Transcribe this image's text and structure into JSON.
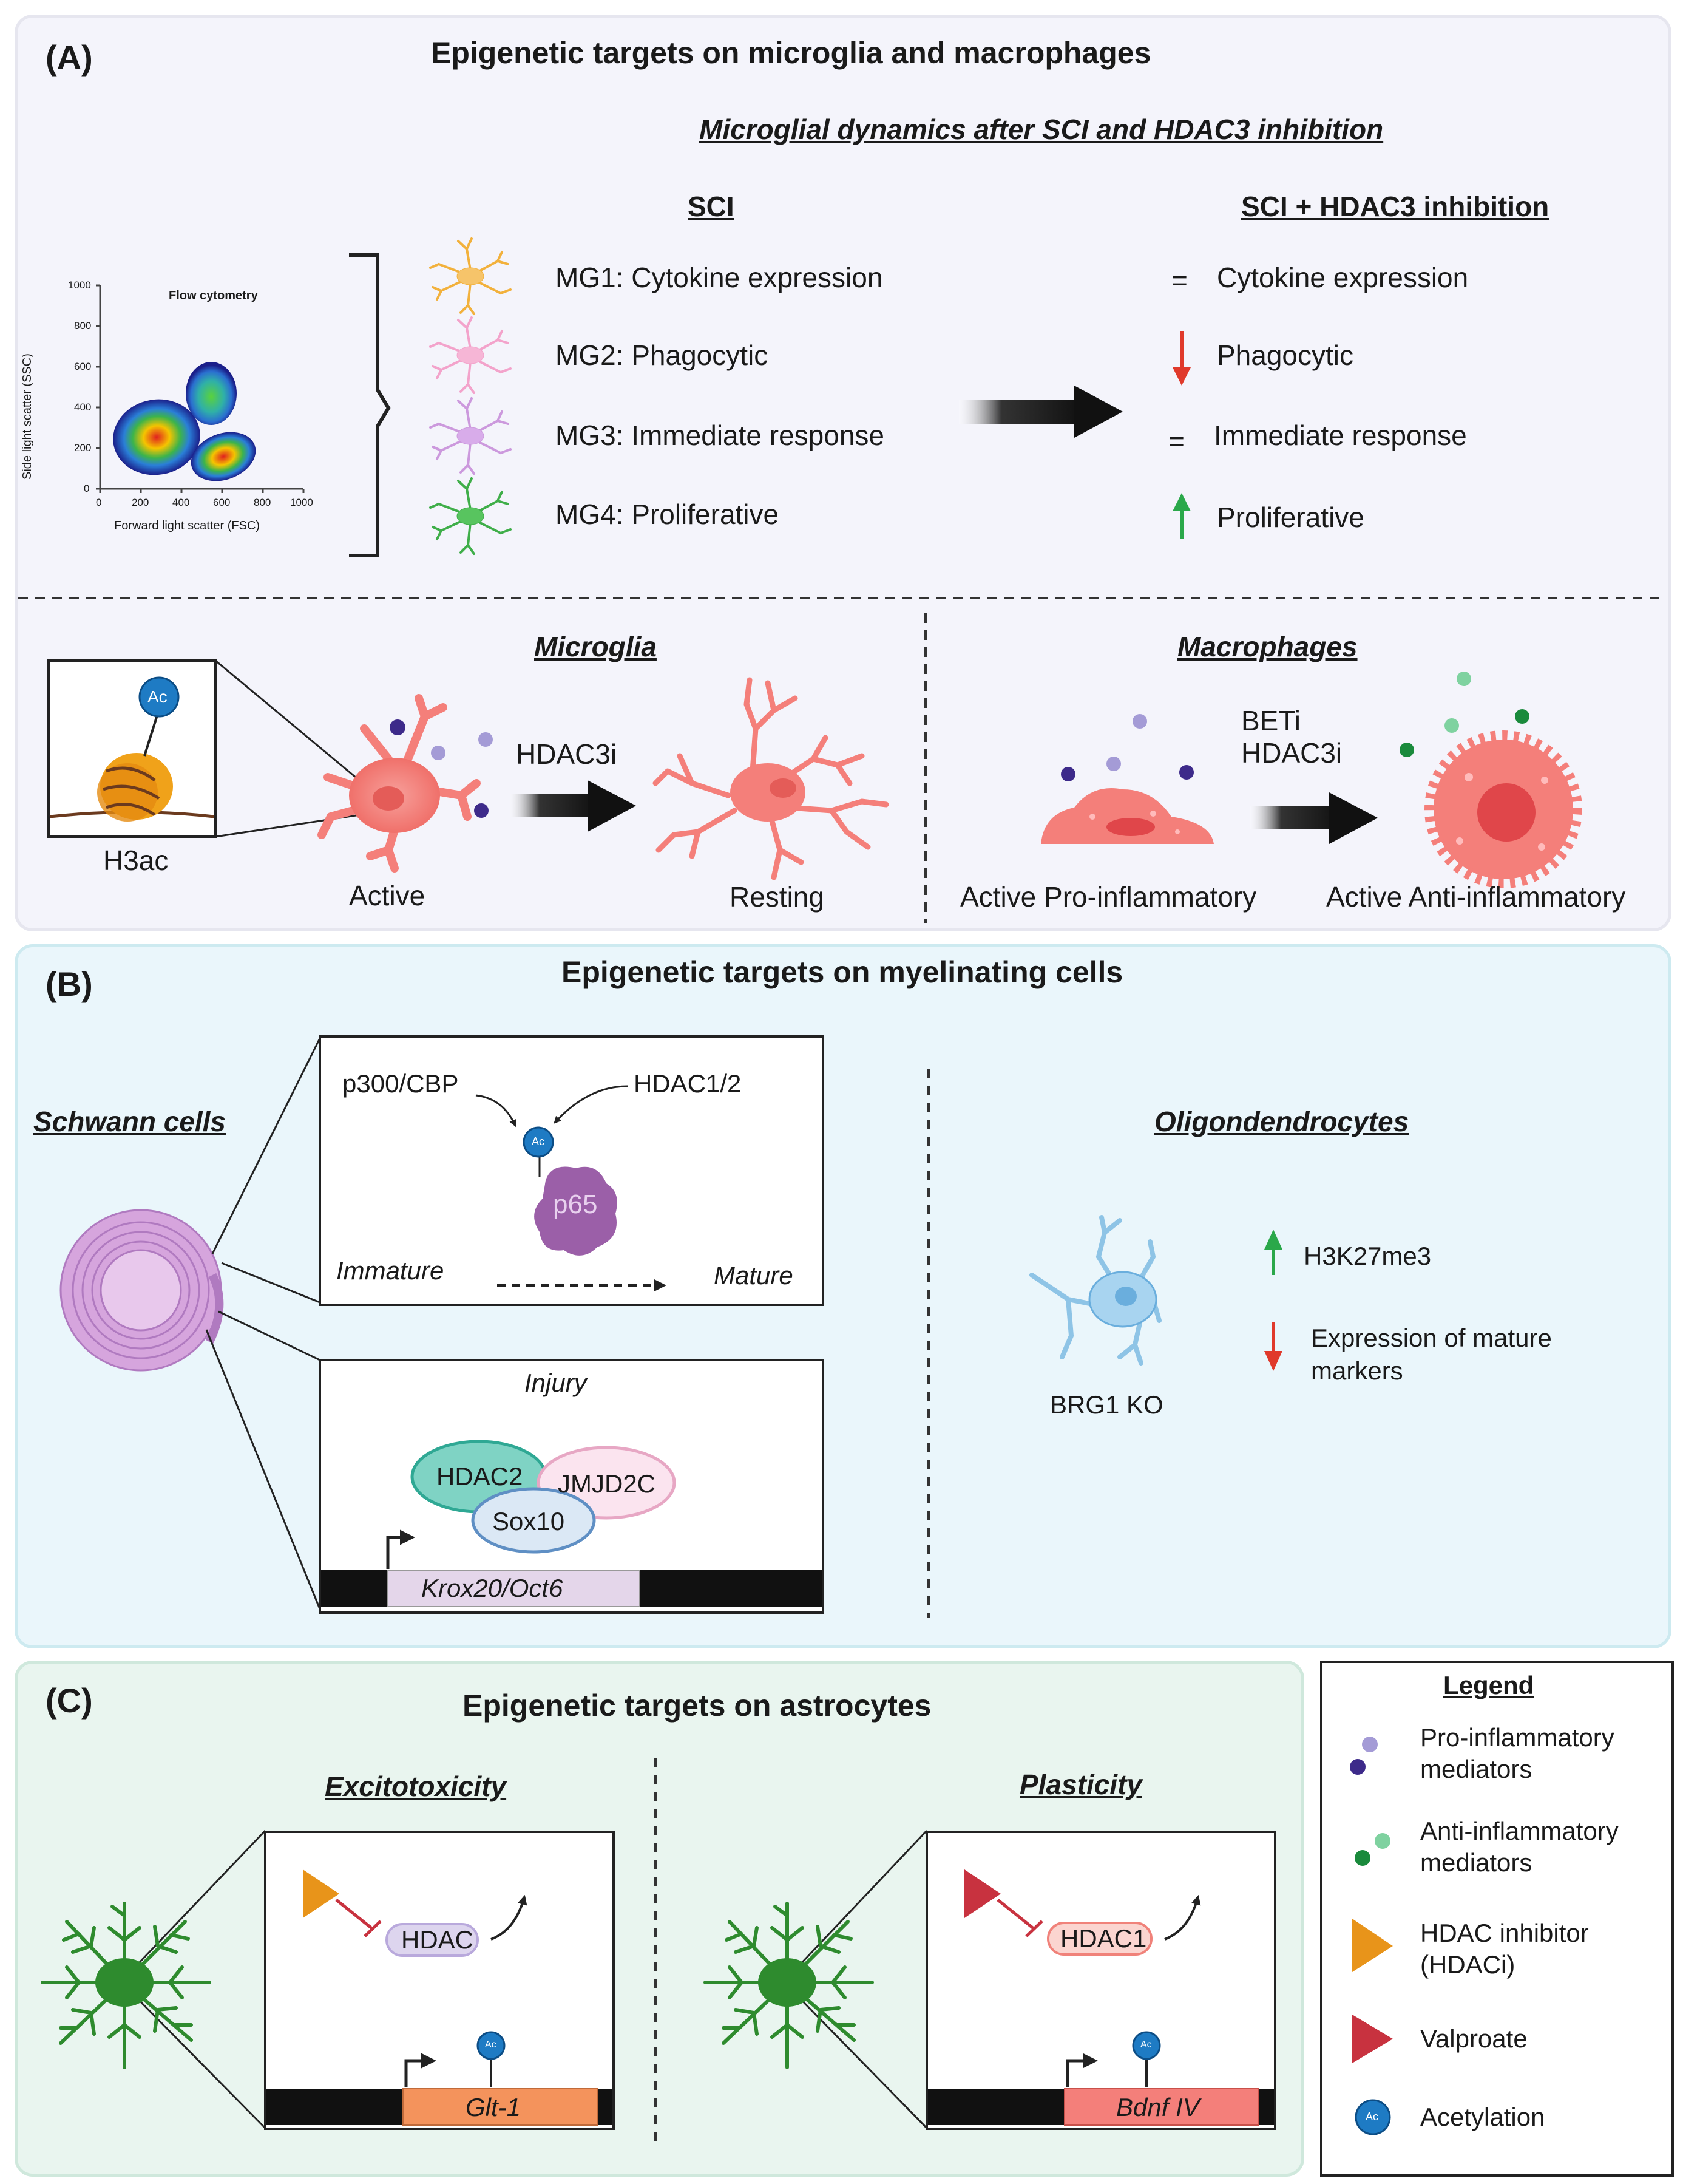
{
  "panelA": {
    "letter": "(A)",
    "title": "Epigenetic targets on microglia and macrophages",
    "subtitle": "Microglial dynamics after SCI and HDAC3 inhibition",
    "col_sci": "SCI",
    "col_sci_hdac": "SCI + HDAC3 inhibition",
    "flow": {
      "title": "Flow cytometry",
      "ylabel": "Side light scatter (SSC)",
      "xlabel": "Forward light scatter (FSC)",
      "xticks": [
        "0",
        "200",
        "400",
        "600",
        "800",
        "1000"
      ],
      "yticks": [
        "0",
        "200",
        "400",
        "600",
        "800",
        "1000"
      ]
    },
    "mg_rows": [
      {
        "label": "MG1: Cytokine expression",
        "change": "=",
        "result": "Cytokine expression",
        "color": "#f2b13c"
      },
      {
        "label": "MG2: Phagocytic",
        "change": "down",
        "result": "Phagocytic",
        "color": "#f08cc0"
      },
      {
        "label": "MG3: Immediate response",
        "change": "=",
        "result": "Immediate response",
        "color": "#c98fd6"
      },
      {
        "label": "MG4: Proliferative",
        "change": "up",
        "result": "Proliferative",
        "color": "#3fae49"
      }
    ],
    "microglia": {
      "title": "Microglia",
      "h3ac": "H3ac",
      "ac": "Ac",
      "active": "Active",
      "resting": "Resting",
      "arrow": "HDAC3i"
    },
    "macrophages": {
      "title": "Macrophages",
      "arrow1": "BETi",
      "arrow2": "HDAC3i",
      "left": "Active Pro-inflammatory",
      "right": "Active Anti-inflammatory"
    }
  },
  "panelB": {
    "letter": "(B)",
    "title": "Epigenetic targets on myelinating cells",
    "schwann": "Schwann cells",
    "p300": "p300/CBP",
    "hdac12": "HDAC1/2",
    "ac": "Ac",
    "p65": "p65",
    "immature": "Immature",
    "mature": "Mature",
    "injury": "Injury",
    "hdac2": "HDAC2",
    "jmjd2c": "JMJD2C",
    "sox10": "Sox10",
    "gene": "Krox20/Oct6",
    "oligo": "Oligondendrocytes",
    "h3k27": "H3K27me3",
    "expr1": "Expression of mature",
    "expr2": "markers",
    "brg1": "BRG1 KO"
  },
  "panelC": {
    "letter": "(C)",
    "title": "Epigenetic targets on astrocytes",
    "excito": "Excitotoxicity",
    "plast": "Plasticity",
    "hdac": "HDAC",
    "hdac1": "HDAC1",
    "glt": "Glt-1",
    "bdnf": "Bdnf IV",
    "ac": "Ac"
  },
  "legend": {
    "title": "Legend",
    "items": [
      {
        "line1": "Pro-inflammatory",
        "line2": "mediators"
      },
      {
        "line1": "Anti-inflammatory",
        "line2": "mediators"
      },
      {
        "line1": "HDAC inhibitor",
        "line2": "(HDACi)"
      },
      {
        "line1": "Valproate",
        "line2": ""
      },
      {
        "line1": "Acetylation",
        "line2": ""
      }
    ],
    "ac": "Ac"
  },
  "colors": {
    "down_arrow": "#e0392b",
    "up_arrow": "#2aa84a",
    "microglia": "#f47f7a",
    "astrocyte": "#2e8b2e",
    "acetyl": "#1e7bc4",
    "hdaci": "#e8941a",
    "valproate": "#c8323f",
    "p65": "#9b5fa8"
  }
}
